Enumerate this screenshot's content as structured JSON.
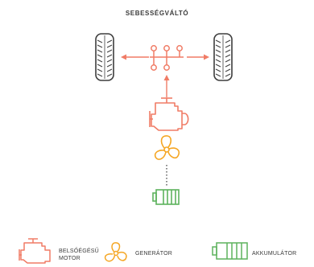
{
  "title": "SEBESSÉGVÁLTÓ",
  "legend": {
    "engine": {
      "line1": "BELSŐÉGÉSŰ",
      "line2": "MOTOR",
      "icon": "combustion-engine-icon"
    },
    "generator": {
      "label": "GENERÁTOR",
      "icon": "fan-generator-icon"
    },
    "battery": {
      "label": "AKKUMULÁTOR",
      "icon": "battery-icon"
    }
  },
  "colors": {
    "engine": "#f07c66",
    "generator": "#f5a623",
    "battery": "#5db25d",
    "transmission": "#f07c66",
    "wheel": "#3d3d3d",
    "link": "#555555"
  }
}
